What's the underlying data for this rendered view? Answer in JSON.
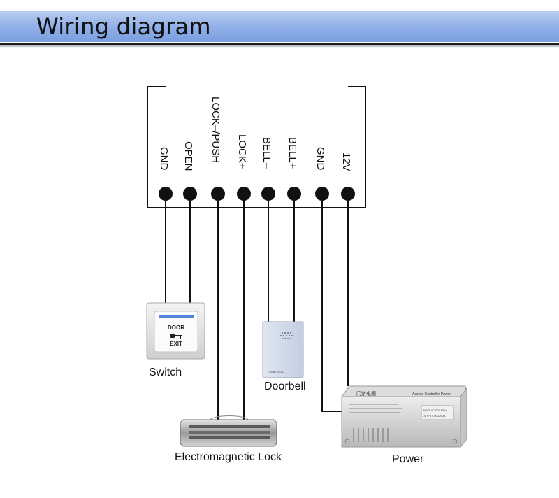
{
  "title": "Wiring diagram",
  "terminals": [
    "GND",
    "OPEN",
    "LOCK–/PUSH",
    "LOCK+",
    "BELL–",
    "BELL+",
    "GND",
    "12V"
  ],
  "devices": {
    "switch": {
      "label": "Switch",
      "line1": "DOOR",
      "line2": "EXIT"
    },
    "doorbell": {
      "label": "Doorbell",
      "brand": "DOOR BELL"
    },
    "lock": {
      "label": "Electromagnetic Lock"
    },
    "power": {
      "label": "Power",
      "panel_title": "Access Controller Power",
      "chinese_title": "门禁电源",
      "spec1": "INPUT: AC220V 50Hz",
      "spec2": "OUTPUT: DC12V 3A"
    }
  },
  "colors": {
    "header": "#8eaee6",
    "wire": "#111111"
  }
}
